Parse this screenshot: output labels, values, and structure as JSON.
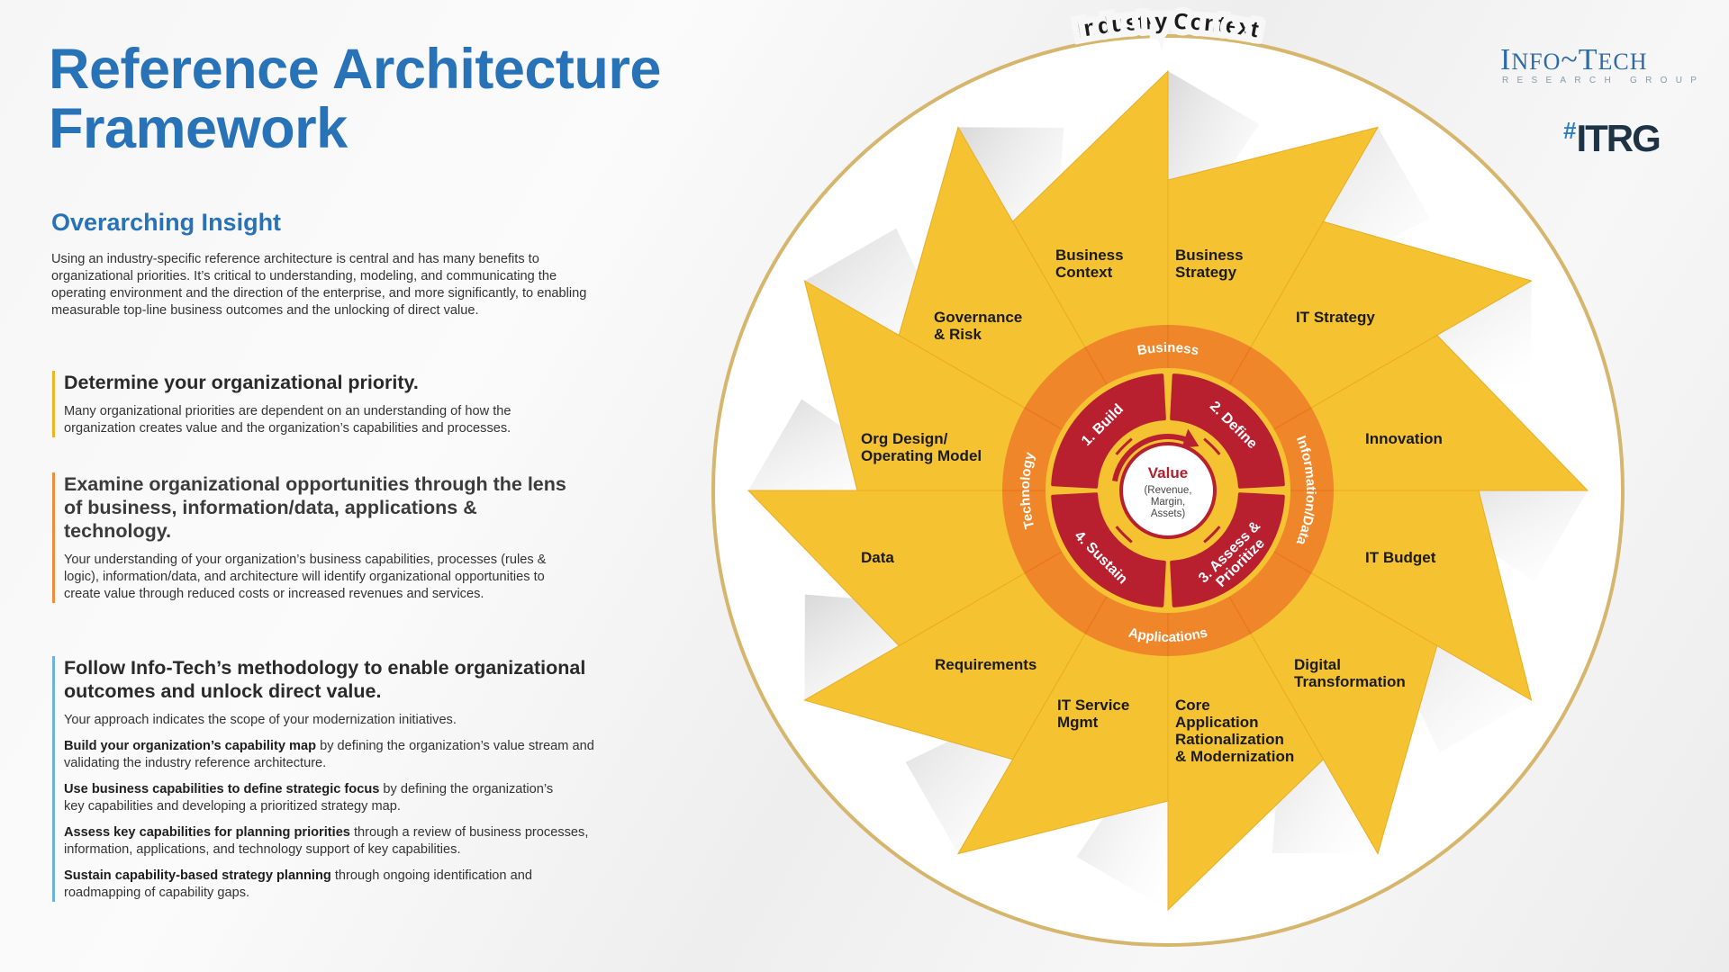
{
  "title": {
    "line1": "Reference Architecture",
    "line2": "Framework"
  },
  "insight": {
    "heading": "Overarching Insight",
    "body": "Using an industry-specific reference architecture is central and has many benefits to organizational priorities. It’s critical to understanding, modeling, and communicating the operating environment and the direction of the enterprise, and more significantly, to enabling measurable top-line business outcomes and the unlocking of direct value."
  },
  "sections": [
    {
      "heading": "Determine your organizational priority.",
      "body": "Many organizational priorities are dependent on an understanding of how the organization creates value and the organization’s capabilities and processes."
    },
    {
      "heading": "Examine organizational opportunities through the lens of business, information/data, applications & technology.",
      "body": "Your understanding of your organization’s business capabilities, processes (rules & logic), information/data, and architecture will identify organizational opportunities to create value through reduced costs or increased revenues and services."
    },
    {
      "heading": "Follow Info-Tech’s methodology to enable organizational outcomes and unlock direct value.",
      "body": "Your approach indicates the scope of your modernization initiatives.",
      "items": [
        {
          "bold": "Build your organization’s capability map",
          "rest": " by defining the organization’s value stream and validating the industry reference architecture."
        },
        {
          "bold": "Use business capabilities to define strategic focus",
          "rest": " by defining the organization’s key capabilities and developing a prioritized strategy map."
        },
        {
          "bold": "Assess key capabilities for planning priorities",
          "rest": " through a review of business processes, information, applications, and technology support of key capabilities."
        },
        {
          "bold": "Sustain capability-based strategy planning",
          "rest": " through ongoing identification and roadmapping of capability gaps."
        }
      ]
    }
  ],
  "logo": {
    "name_big1": "I",
    "name_small1": "NFO",
    "tilde": "~",
    "name_big2": "T",
    "name_small2": "ECH",
    "subtitle": "RESEARCH GROUP",
    "hashtag": "#",
    "tag": "ITRG"
  },
  "diagram": {
    "outer_label": "Industry Context",
    "petals": [
      {
        "lines": [
          "Business",
          "Strategy"
        ]
      },
      {
        "lines": [
          "IT Strategy"
        ]
      },
      {
        "lines": [
          "Innovation"
        ]
      },
      {
        "lines": [
          "IT Budget"
        ]
      },
      {
        "lines": [
          "Digital",
          "Transformation"
        ]
      },
      {
        "lines": [
          "Core",
          "Application",
          "Rationalization",
          "& Modernization"
        ]
      },
      {
        "lines": [
          "IT Service",
          "Mgmt"
        ]
      },
      {
        "lines": [
          "Requirements"
        ]
      },
      {
        "lines": [
          "Data"
        ]
      },
      {
        "lines": [
          "Org Design/",
          "Operating Model"
        ]
      },
      {
        "lines": [
          "Governance",
          "& Risk"
        ]
      },
      {
        "lines": [
          "Business",
          "Context"
        ]
      }
    ],
    "ring": {
      "top": "Business",
      "right": "Information/Data",
      "bottom": "Applications",
      "left": "Technology"
    },
    "steps": [
      {
        "lines": [
          "1. Build"
        ]
      },
      {
        "lines": [
          "2. Define"
        ]
      },
      {
        "lines": [
          "3. Assess &",
          "Prioritize"
        ]
      },
      {
        "lines": [
          "4. Sustain"
        ]
      }
    ],
    "center": {
      "title": "Value",
      "lines": [
        "(Revenue,",
        "Margin,",
        "Assets)"
      ]
    },
    "colors": {
      "petal": "#f5c232",
      "ring": "#f0862a",
      "step": "#b8202f",
      "gold": "#d6b56c",
      "title_blue": "#2872b8"
    }
  }
}
